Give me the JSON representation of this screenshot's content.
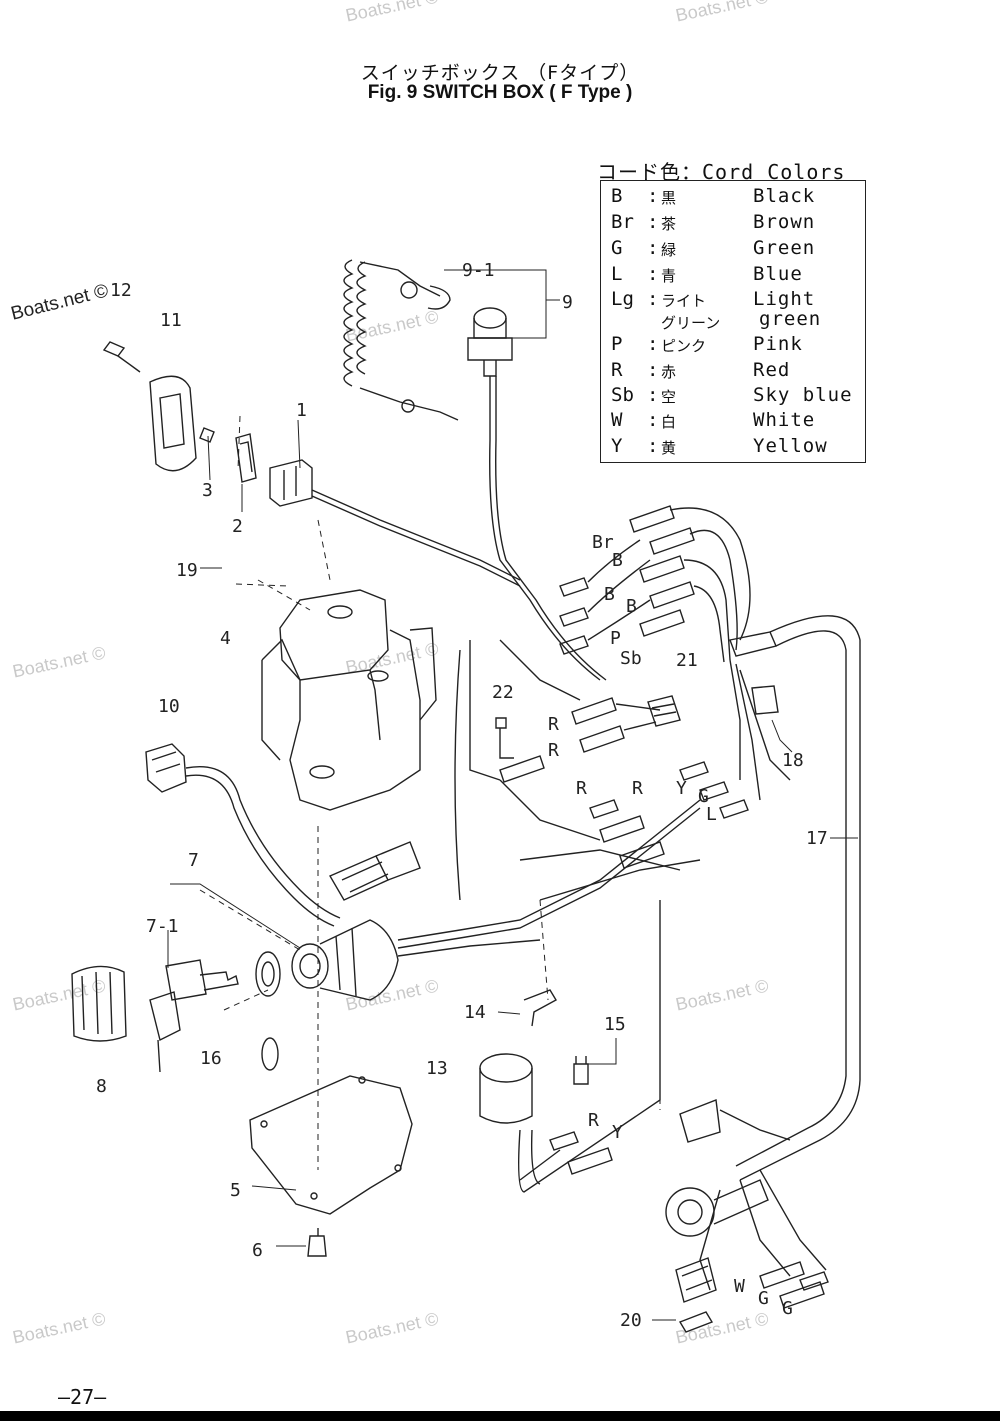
{
  "title": {
    "japanese": "スイッチボックス （Fタイプ）",
    "english": "Fig. 9    SWITCH BOX ( F Type )"
  },
  "legend": {
    "title": "コード色：Cord Colors",
    "rows": [
      {
        "code": "B",
        "jp": "黒",
        "en": "Black"
      },
      {
        "code": "Br",
        "jp": "茶",
        "en": "Brown"
      },
      {
        "code": "G",
        "jp": "緑",
        "en": "Green"
      },
      {
        "code": "L",
        "jp": "青",
        "en": "Blue"
      },
      {
        "code": "Lg",
        "jp": "ライト",
        "en": "Light",
        "jp2": "グリーン",
        "en2": "green"
      },
      {
        "code": "P",
        "jp": "ピンク",
        "en": "Pink"
      },
      {
        "code": "R",
        "jp": "赤",
        "en": "Red"
      },
      {
        "code": "Sb",
        "jp": "空",
        "en": "Sky blue"
      },
      {
        "code": "W",
        "jp": "白",
        "en": "White"
      },
      {
        "code": "Y",
        "jp": "黄",
        "en": "Yellow"
      }
    ]
  },
  "callouts": [
    "1",
    "2",
    "3",
    "4",
    "5",
    "6",
    "7",
    "7-1",
    "8",
    "9",
    "9-1",
    "10",
    "11",
    "12",
    "13",
    "14",
    "15",
    "16",
    "17",
    "18",
    "19",
    "20",
    "21",
    "22"
  ],
  "wire_labels": [
    "Br",
    "B",
    "B",
    "B",
    "P",
    "Sb",
    "R",
    "R",
    "R",
    "R",
    "Y",
    "G",
    "L",
    "R",
    "Y",
    "W",
    "G",
    "G"
  ],
  "watermark": "Boats.net ©",
  "brand_mark": "Boats.net ©",
  "page_number": "–27–"
}
